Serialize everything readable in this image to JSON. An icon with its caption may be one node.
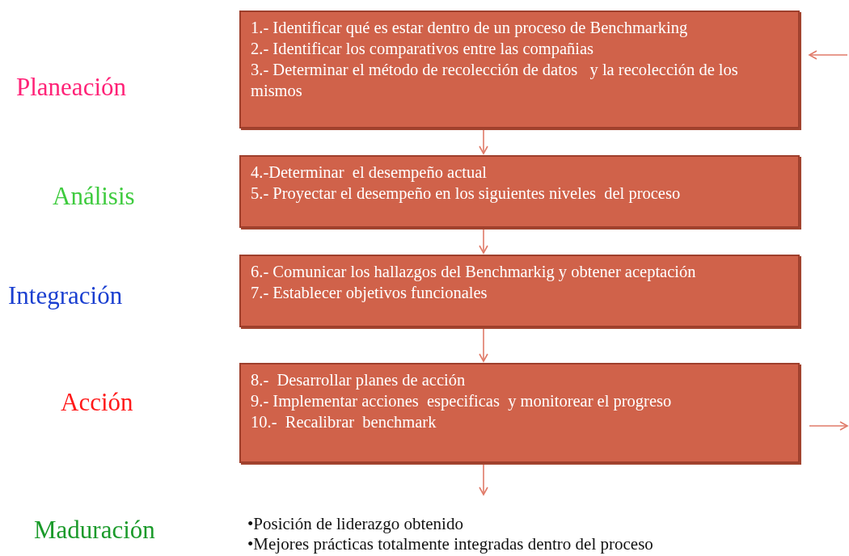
{
  "diagram": {
    "nodes": [
      {
        "text": [
          "1.- Identificar qué es estar dentro de un proceso de Benchmarking",
          "2.- Identificar los comparativos entre las compañias",
          "3.- Determinar el método de recolección de datos   y la recolección de los mismos"
        ]
      },
      {
        "text": [
          "4.-Determinar  el desempeño actual",
          "5.- Proyectar el desempeño en los siguientes niveles  del proceso"
        ]
      },
      {
        "text": [
          "6.- Comunicar los hallazgos del Benchmarkig y obtener aceptación",
          "7.- Establecer objetivos funcionales"
        ]
      },
      {
        "text": [
          "8.-  Desarrollar planes de acción",
          "9.- Implementar acciones  especificas  y monitorear el progreso",
          "10.-  Recalibrar  benchmark"
        ]
      },
      {
        "text": [
          "•Posición de liderazgo obtenido",
          "•Mejores prácticas totalmente integradas dentro del proceso"
        ]
      }
    ],
    "edges": [
      {
        "from": 0,
        "to": 1,
        "arrow": "to"
      },
      {
        "from": 1,
        "to": 2,
        "arrow": "to"
      },
      {
        "from": 2,
        "to": 3,
        "arrow": "to"
      },
      {
        "from": 3,
        "to": 4,
        "arrow": "to"
      },
      {
        "from": null,
        "to": 0,
        "arrow": "to"
      },
      {
        "from": 3,
        "to": null,
        "arrow": "to"
      }
    ],
    "labels": [
      "Planeación",
      "Análisis",
      "Integración",
      "Acción",
      "Maduración"
    ]
  }
}
